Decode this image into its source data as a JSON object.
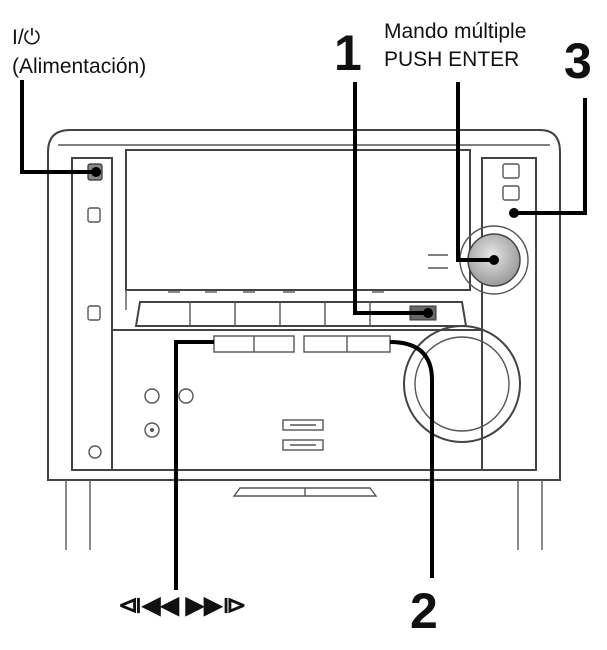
{
  "labels": {
    "power_symbol": "I/⏻",
    "power_name": "(Alimentación)",
    "multi_control_line1": "Mando múltiple",
    "multi_control_line2": "PUSH ENTER",
    "skip_symbols": "⧏◀◀  ▶▶⧐"
  },
  "callouts": {
    "n1": "1",
    "n2": "2",
    "n3": "3"
  },
  "colors": {
    "line": "#000000",
    "equipment": "#444444",
    "knob_fill": "#b8b8b8"
  }
}
